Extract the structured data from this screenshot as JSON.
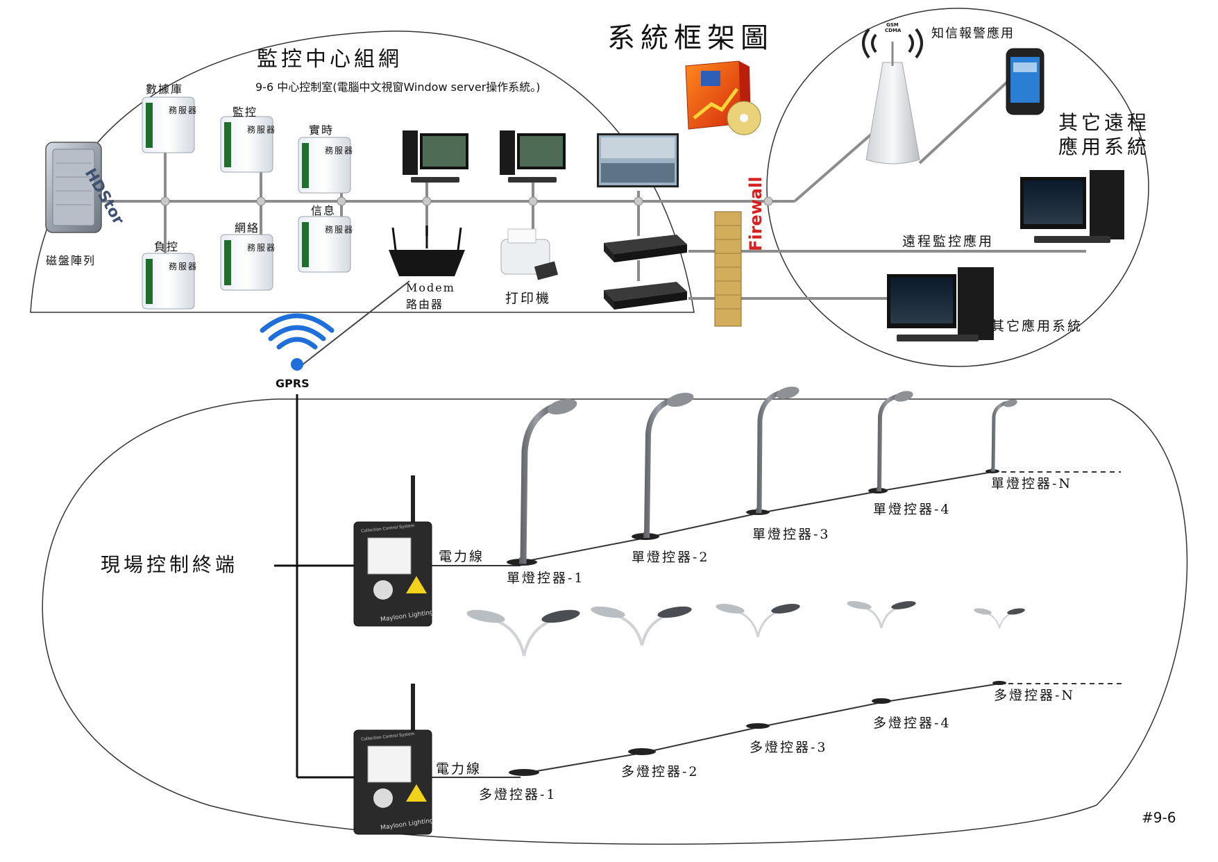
{
  "title": "系統框架圖",
  "monitor_center": {
    "title": "監控中心組網",
    "subtitle": "9-6 中心控制室(電腦中文視窗Window server操作系統。)",
    "disk_array": {
      "brand": "HDStor",
      "label": "磁盤陣列"
    },
    "servers": [
      {
        "name": "數據庫",
        "label": "務服器"
      },
      {
        "name": "監控",
        "label": "務服器"
      },
      {
        "name": "實時",
        "label": "務服器"
      },
      {
        "name": "負控",
        "label": "務服器"
      },
      {
        "name": "網絡",
        "label": "務服器"
      },
      {
        "name": "信息",
        "label": "務服器"
      }
    ],
    "modem_label": "Modem",
    "router_label": "路由器",
    "printer_label": "打印機",
    "firewall_label": "Firewall"
  },
  "remote": {
    "sms_alarm": "知信報警應用",
    "tower_badge": [
      "GSM",
      "CDMA"
    ],
    "other_remote": [
      "其它遠程",
      "應用系統"
    ],
    "remote_monitor": "遠程監控應用",
    "other_app": "其它應用系統"
  },
  "gprs_label": "GPRS",
  "field": {
    "title": "現場控制終端",
    "power_line": "電力線",
    "terminal_brand": "Mayloon Lighting",
    "terminal_header": "Collection Control System",
    "single_controllers": [
      "單燈控器-1",
      "單燈控器-2",
      "單燈控器-3",
      "單燈控器-4",
      "單燈控器-N"
    ],
    "multi_controllers": [
      "多燈控器-1",
      "多燈控器-2",
      "多燈控器-3",
      "多燈控器-4",
      "多燈控器-N"
    ]
  },
  "page_code": "#9-6",
  "colors": {
    "line": "#8c8c8c",
    "dark": "#222222",
    "wifi": "#1e6fd9",
    "firewall": "#c9a24a",
    "fire_text": "#d61f1f"
  }
}
